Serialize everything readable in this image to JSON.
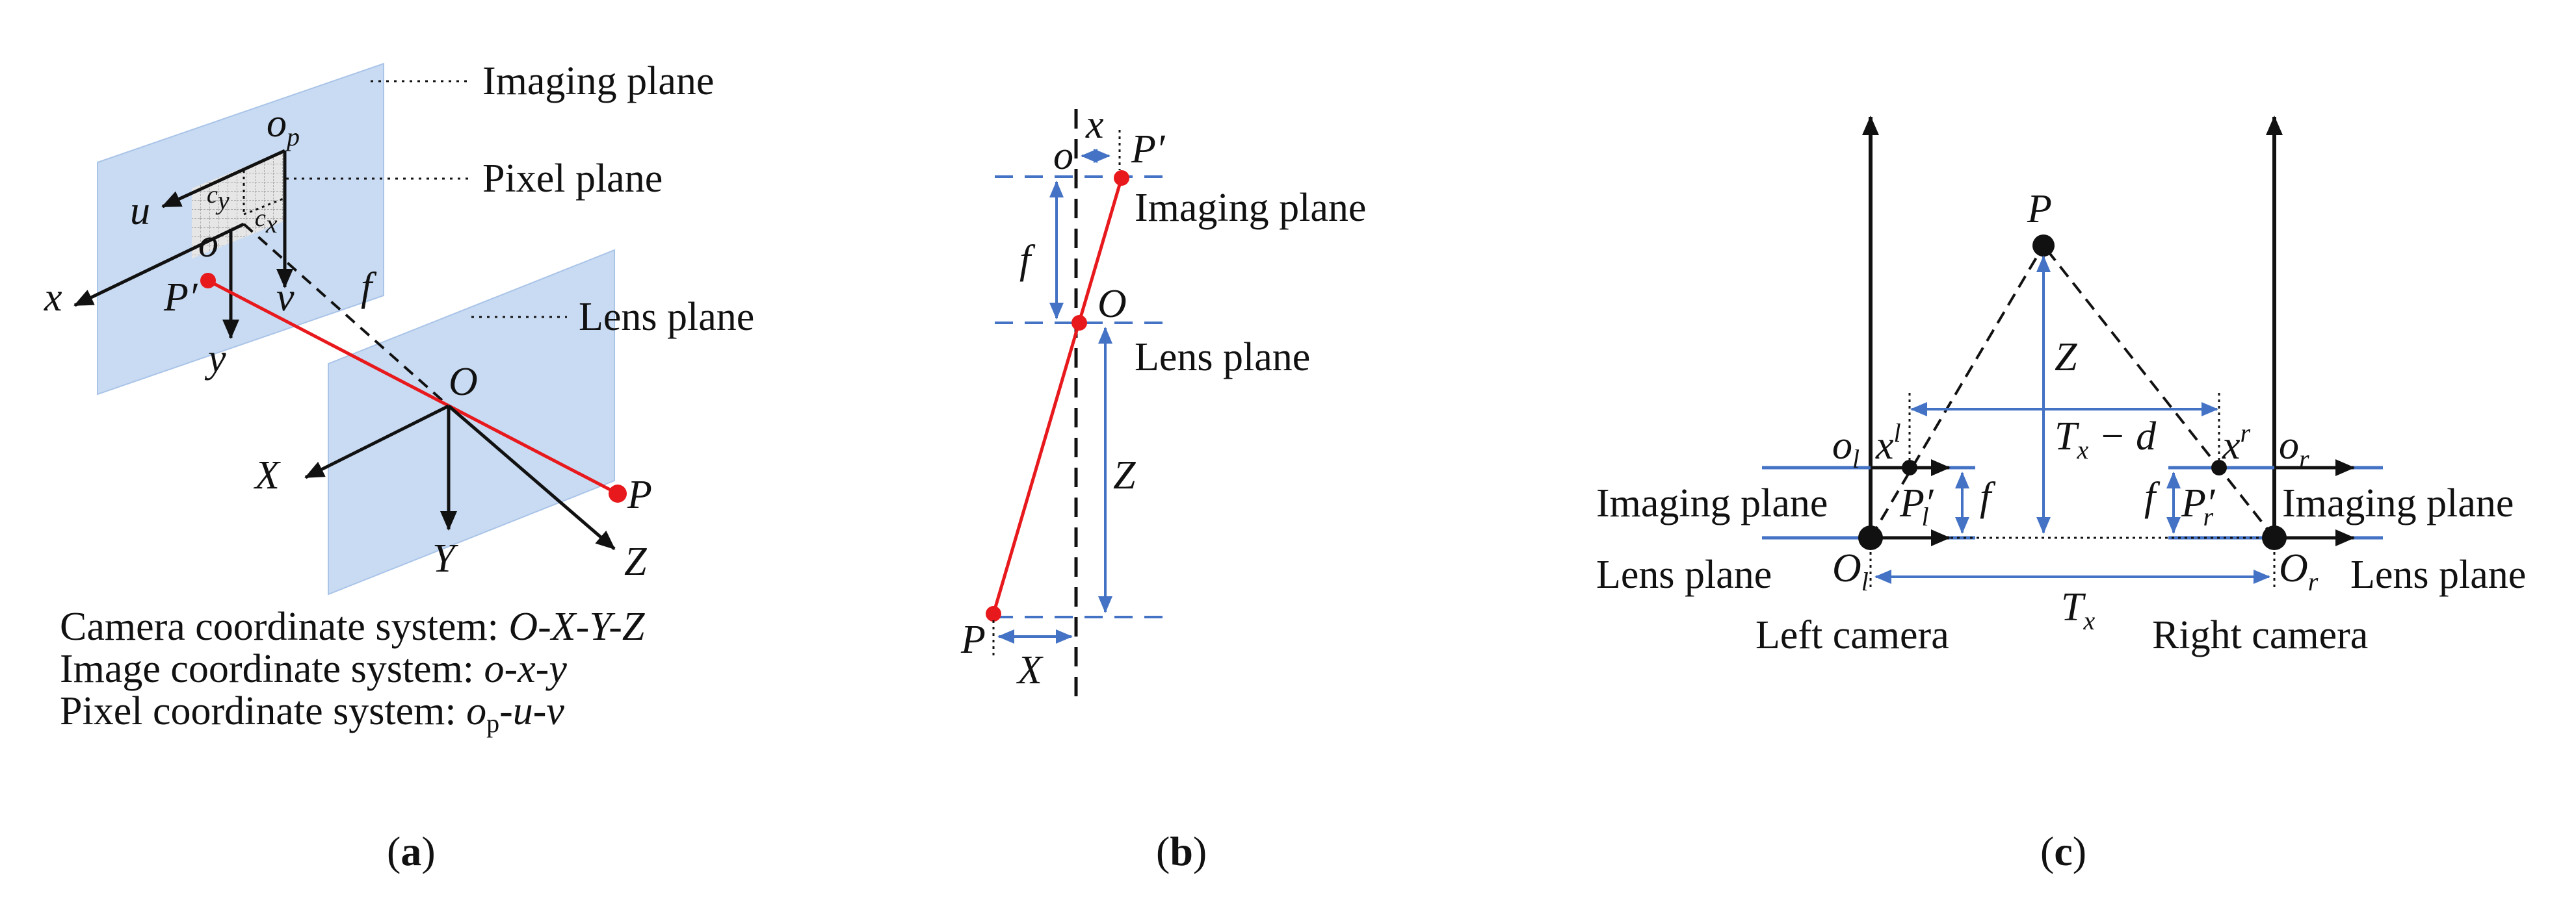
{
  "colors": {
    "plane_fill": "#c9dbf2",
    "plane_stroke": "#a9c4e8",
    "blue": "#4472c4",
    "red": "#e8191d",
    "black": "#111111"
  },
  "panel_a": {
    "caption_letter": "a",
    "imaging_plane": "Imaging plane",
    "pixel_plane": "Pixel plane",
    "lens_plane": "Lens plane",
    "op": "o",
    "op_sub": "p",
    "u": "u",
    "v": "v",
    "cy": "c",
    "cy_sub": "y",
    "cx": "c",
    "cx_sub": "x",
    "o": "o",
    "x": "x",
    "y": "y",
    "P_prime": "P′",
    "f": "f",
    "O": "O",
    "X": "X",
    "Y": "Y",
    "Z": "Z",
    "P": "P",
    "legend": [
      {
        "name": "Camera coordinate system: ",
        "value": "O-X-Y-Z"
      },
      {
        "name": "Image coordinate system: ",
        "value": "o-x-y"
      },
      {
        "name": "Pixel coordinate system: ",
        "value": "o",
        "sub": "p",
        "tail": "-u-v"
      }
    ]
  },
  "panel_b": {
    "caption_letter": "b",
    "x": "x",
    "o": "o",
    "P_prime": "P′",
    "imaging_plane": "Imaging plane",
    "f": "f",
    "O": "O",
    "lens_plane": "Lens plane",
    "Z": "Z",
    "P": "P",
    "X": "X"
  },
  "panel_c": {
    "caption_letter": "c",
    "P": "P",
    "Z": "Z",
    "Tx_minus_d": "T",
    "Tx_minus_d_sub": "x",
    "Tx_minus_d_tail": " − d",
    "ol": "o",
    "ol_sub": "l",
    "xl": "x",
    "xl_sup": "l",
    "xr": "x",
    "xr_sup": "r",
    "or": "o",
    "or_sub": "r",
    "imaging_plane_left": "Imaging plane",
    "imaging_plane_right": "Imaging plane",
    "Pl_prime": "P′",
    "Pl_sub": "l",
    "Pr_prime": "P′",
    "Pr_sub": "r",
    "f_left": "f",
    "f_right": "f",
    "lens_plane_left": "Lens plane",
    "lens_plane_right": "Lens plane",
    "Ol": "O",
    "Ol_sub": "l",
    "Or": "O",
    "Or_sub": "r",
    "Tx": "T",
    "Tx_sub": "x",
    "left_camera": "Left camera",
    "right_camera": "Right camera"
  }
}
